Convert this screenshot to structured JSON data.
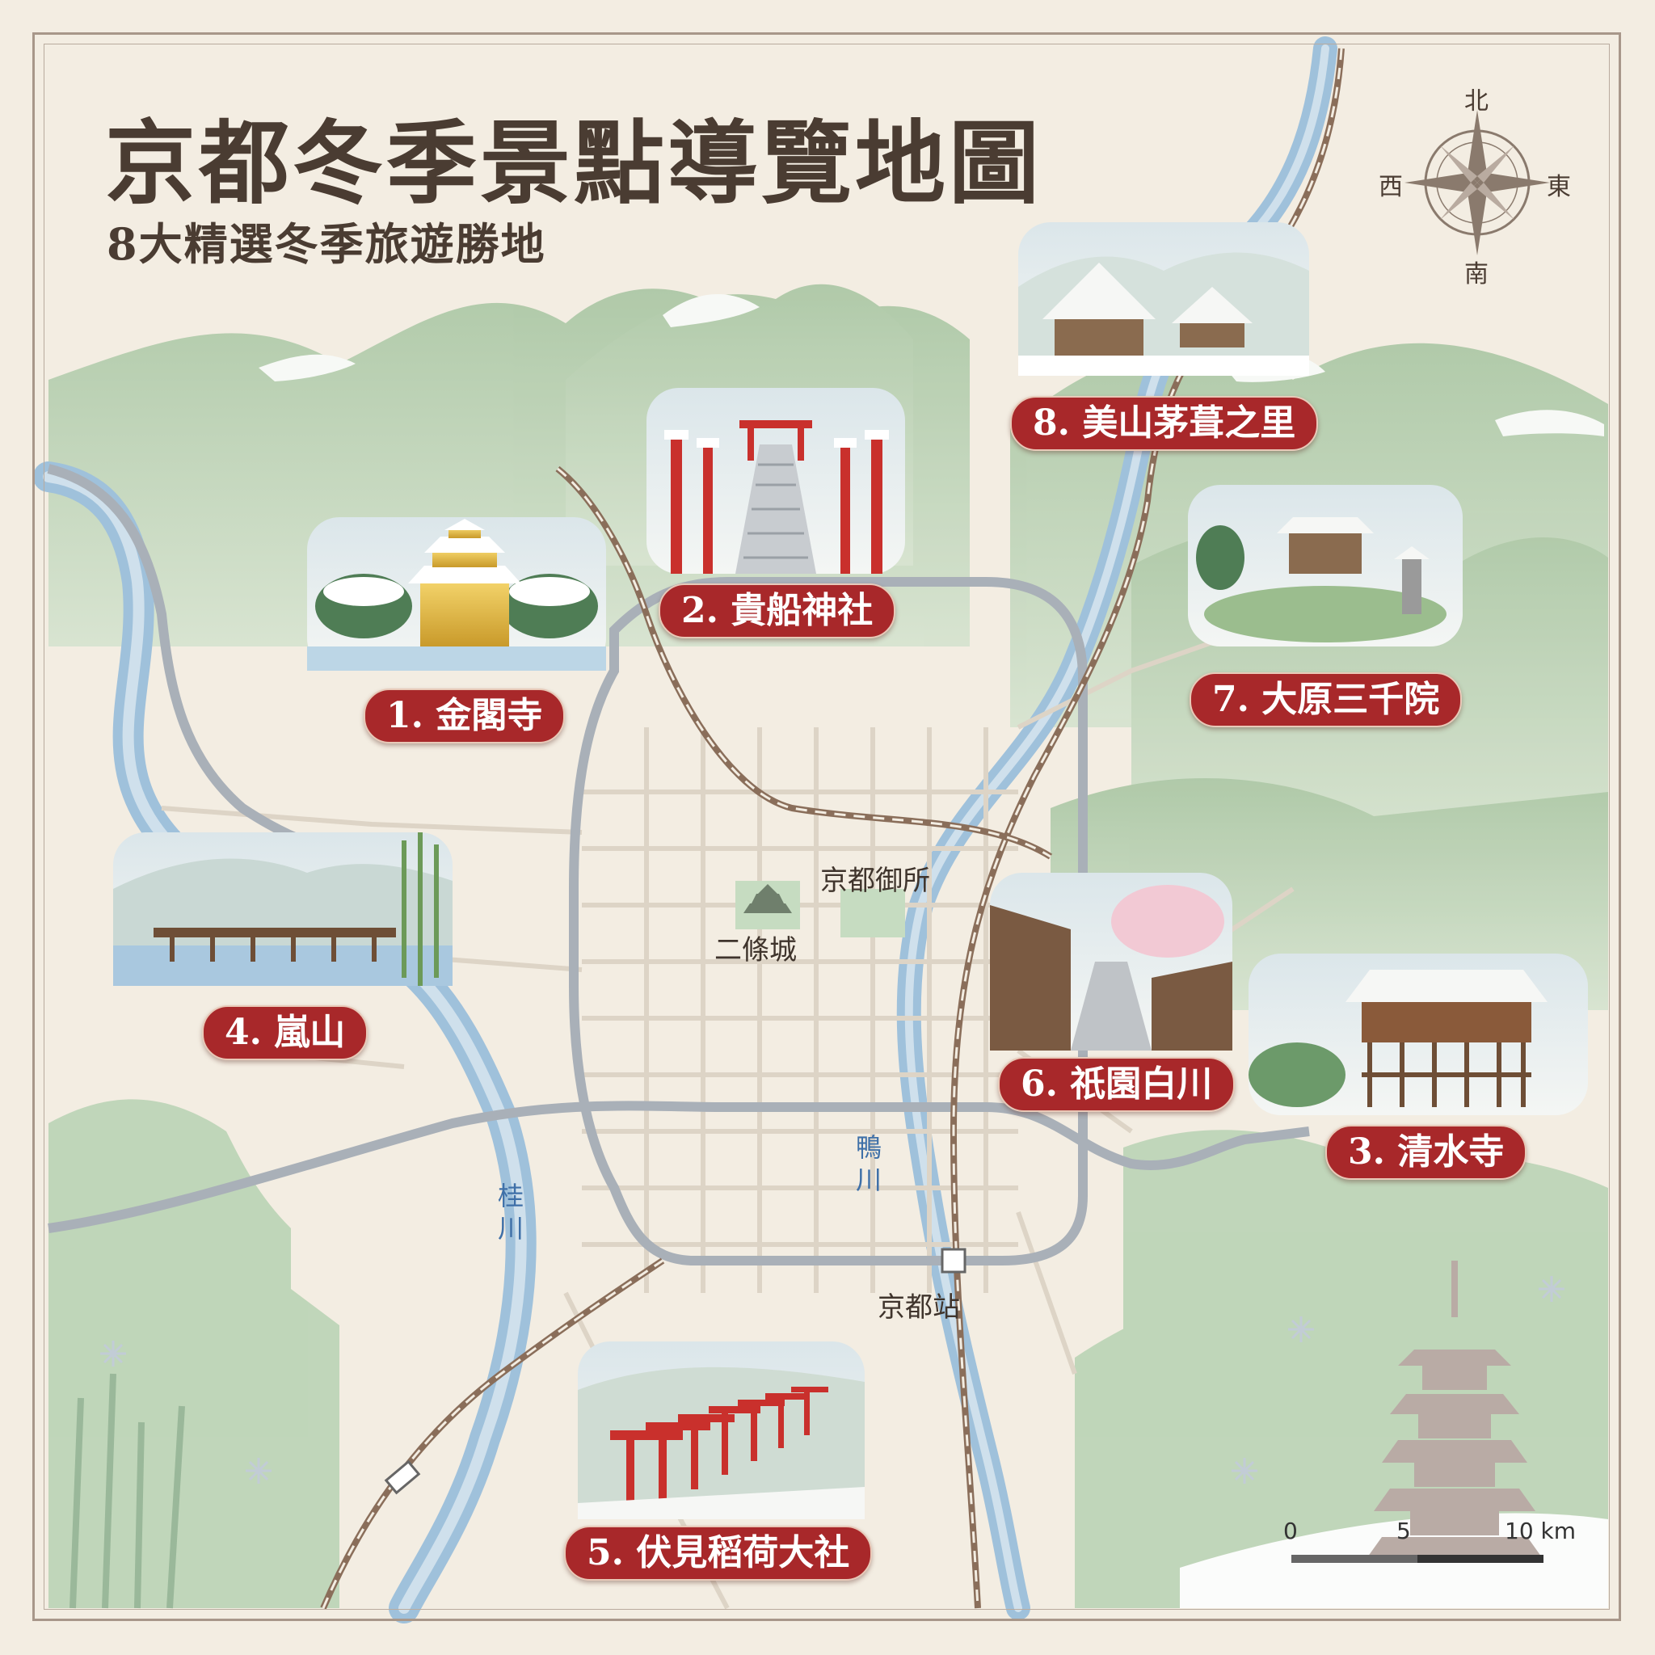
{
  "map": {
    "title": "京都冬季景點導覽地圖",
    "subtitle": "8大精選冬季旅遊勝地",
    "compass": {
      "north": "北",
      "south": "南",
      "east": "東",
      "west": "西"
    },
    "scale": {
      "zero": "0",
      "mid": "5",
      "max": "10 km"
    },
    "places": {
      "imperial_palace": "京都御所",
      "nijo_castle": "二條城",
      "kyoto_station": "京都站"
    },
    "rivers": {
      "katsura": "桂川",
      "kamo": "鴨川"
    },
    "spots": [
      {
        "label": "1. 金閣寺"
      },
      {
        "label": "2. 貴船神社"
      },
      {
        "label": "3. 清水寺"
      },
      {
        "label": "4. 嵐山"
      },
      {
        "label": "5. 伏見稻荷大社"
      },
      {
        "label": "6. 祇園白川"
      },
      {
        "label": "7. 大原三千院"
      },
      {
        "label": "8. 美山茅葺之里"
      }
    ]
  },
  "colors": {
    "background": "#f3ede2",
    "mountain": "#b9d2b4",
    "river": "#a9c8df",
    "label": "#a8282a",
    "rail": "#8a6e5a",
    "loop_line": "#a9b0b8"
  }
}
